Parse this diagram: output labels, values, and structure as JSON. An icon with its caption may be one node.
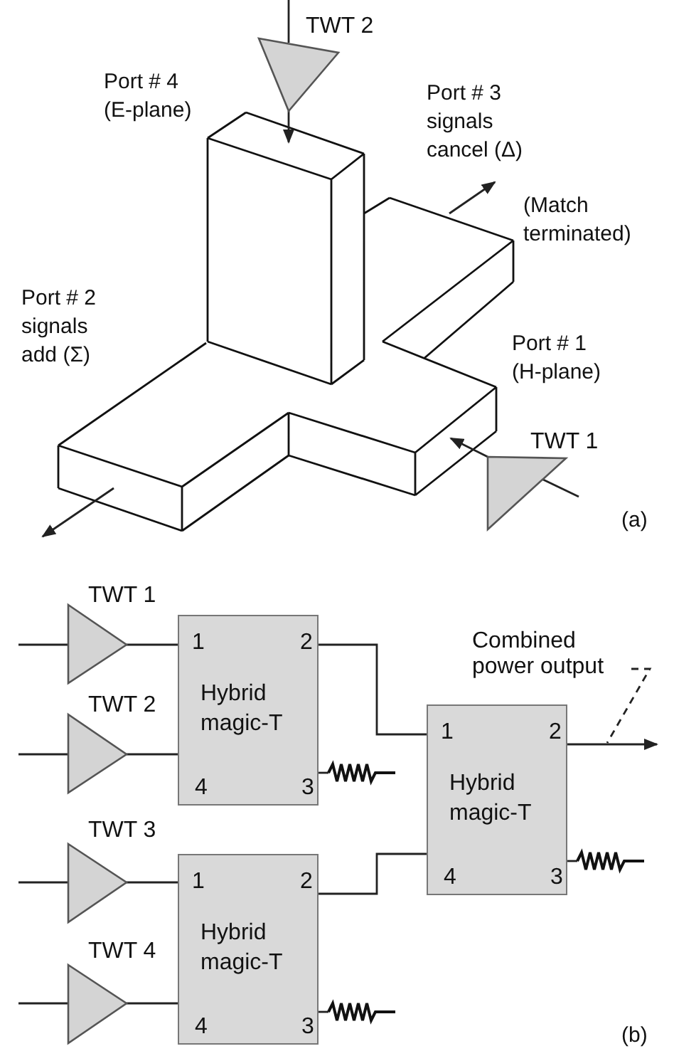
{
  "diagram": {
    "nodes": [
      {
        "text": [
          "TWT 2"
        ]
      },
      {
        "text": [
          "TWT 1"
        ]
      },
      {
        "text": [],
        "shape": "picture",
        "beside": [
          "(Match terminated)"
        ]
      },
      {
        "text": [
          "TWT 1"
        ]
      },
      {
        "text": [
          "TWT 2"
        ]
      },
      {
        "text": [
          "1",
          "2",
          "Hybrid magic-T",
          "4",
          "3"
        ]
      },
      {
        "text": [],
        "shape": "resistor"
      },
      {
        "text": [
          "1",
          "2",
          "Hybrid magic-T",
          "4",
          "3"
        ]
      },
      {
        "text": [],
        "shape": "resistor"
      },
      {
        "text": [
          "TWT 3"
        ]
      },
      {
        "text": [
          "TWT 4"
        ]
      },
      {
        "text": [
          "1",
          "2",
          "Hybrid magic-T",
          "4",
          "3"
        ]
      },
      {
        "text": [],
        "shape": "resistor"
      },
      {
        "text": [
          "Combined power output"
        ]
      }
    ],
    "edges": [
      {
        "from": null,
        "to": 0,
        "arrow": "none"
      },
      {
        "from": 0,
        "to": 2,
        "arrow": "to"
      },
      {
        "from": null,
        "to": 1,
        "arrow": "none"
      },
      {
        "from": 1,
        "to": 2,
        "arrow": "to"
      },
      {
        "from": null,
        "to": 3,
        "arrow": "none"
      },
      {
        "from": null,
        "to": 4,
        "arrow": "none"
      },
      {
        "from": 3,
        "to": 5,
        "arrow": "none"
      },
      {
        "from": 4,
        "to": 5,
        "arrow": "none"
      },
      {
        "from": 5,
        "to": 7,
        "arrow": "none"
      },
      {
        "from": 5,
        "to": 6,
        "arrow": "none"
      },
      {
        "from": 7,
        "to": null,
        "arrow": "to"
      },
      {
        "from": 7,
        "to": 8,
        "arrow": "none"
      },
      {
        "from": null,
        "to": 9,
        "arrow": "none"
      },
      {
        "from": null,
        "to": 10,
        "arrow": "none"
      },
      {
        "from": 9,
        "to": 11,
        "arrow": "none"
      },
      {
        "from": 10,
        "to": 11,
        "arrow": "none"
      },
      {
        "from": 11,
        "to": 7,
        "arrow": "none"
      },
      {
        "from": 11,
        "to": 12,
        "arrow": "none"
      },
      {
        "from": 13,
        "to": null,
        "arrow": "none",
        "style": "dashed"
      }
    ],
    "labels": [
      "Port # 4 (E-plane)",
      "Port # 3 signals cancel (Δ)",
      "Port # 2 signals add (Σ)",
      "Port # 1 (H-plane)",
      "(a)",
      "(b)"
    ]
  }
}
